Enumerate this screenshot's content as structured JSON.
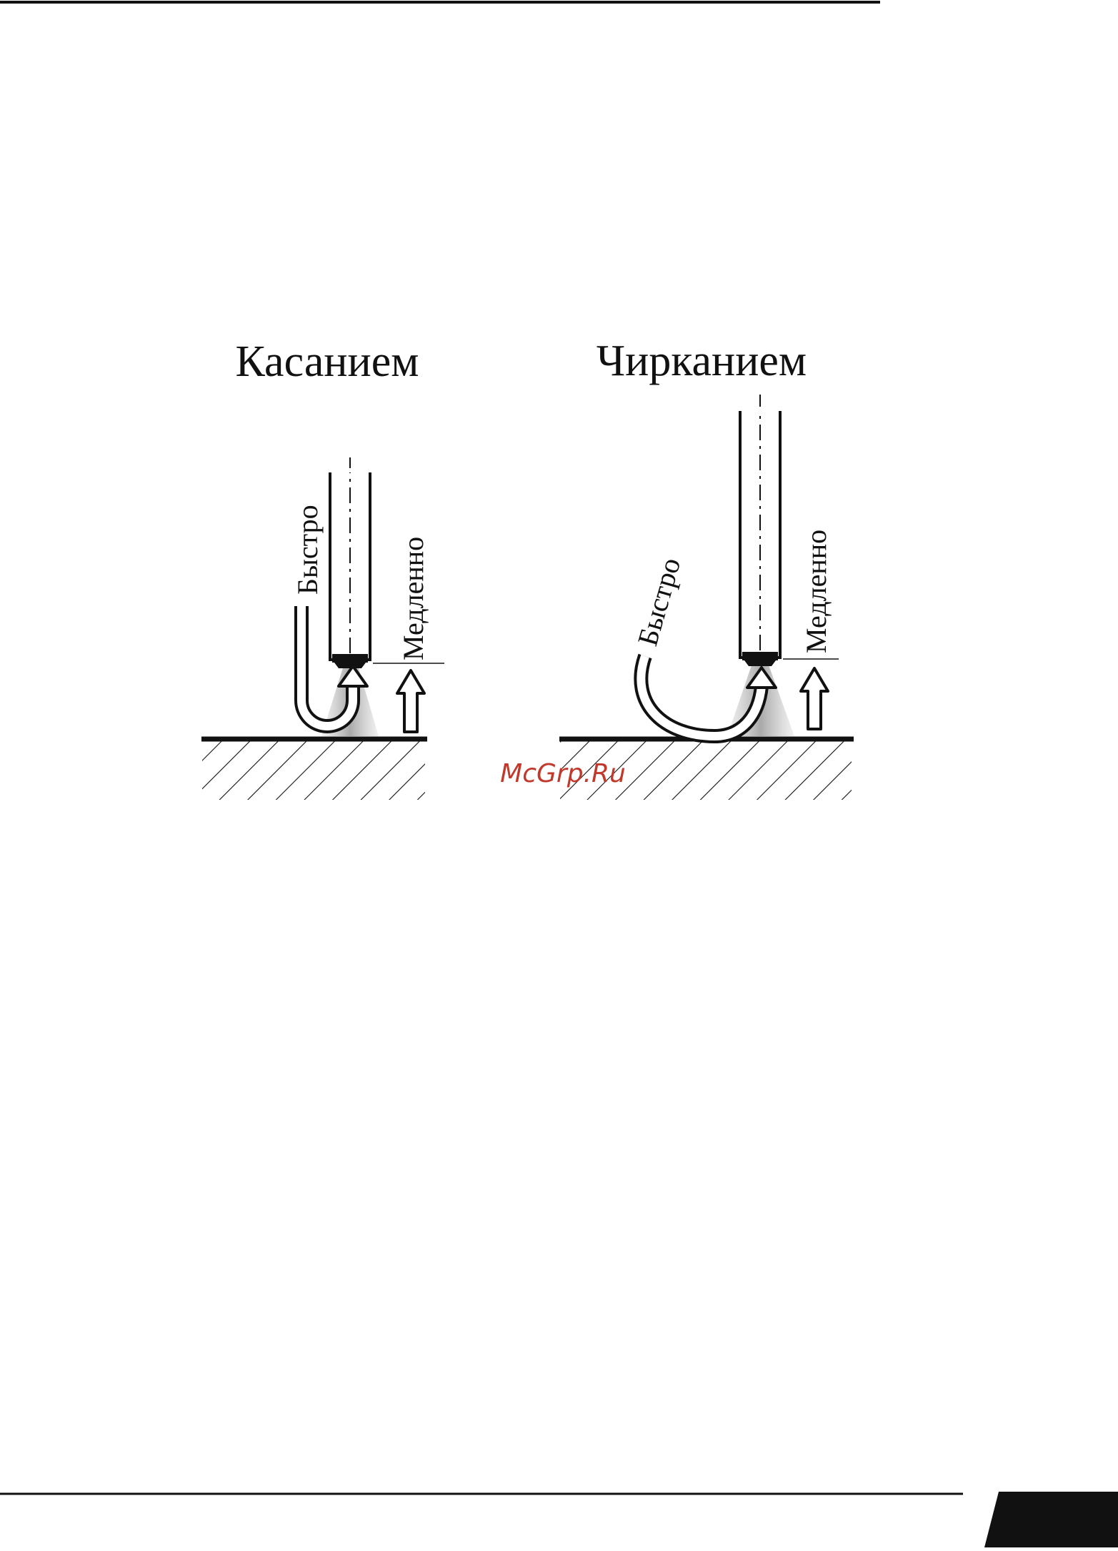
{
  "diagram": {
    "left_title": "Касанием",
    "right_title": "Чирканием",
    "left_fast_label": "Быстро",
    "left_slow_label": "Медленно",
    "right_fast_label": "Быстро",
    "right_slow_label": "Медленно"
  },
  "watermark": "McGrp.Ru",
  "colors": {
    "ink": "#111111",
    "shade": "#c8c8c8",
    "watermark": "#c0392b",
    "page_tab": "#111111"
  }
}
